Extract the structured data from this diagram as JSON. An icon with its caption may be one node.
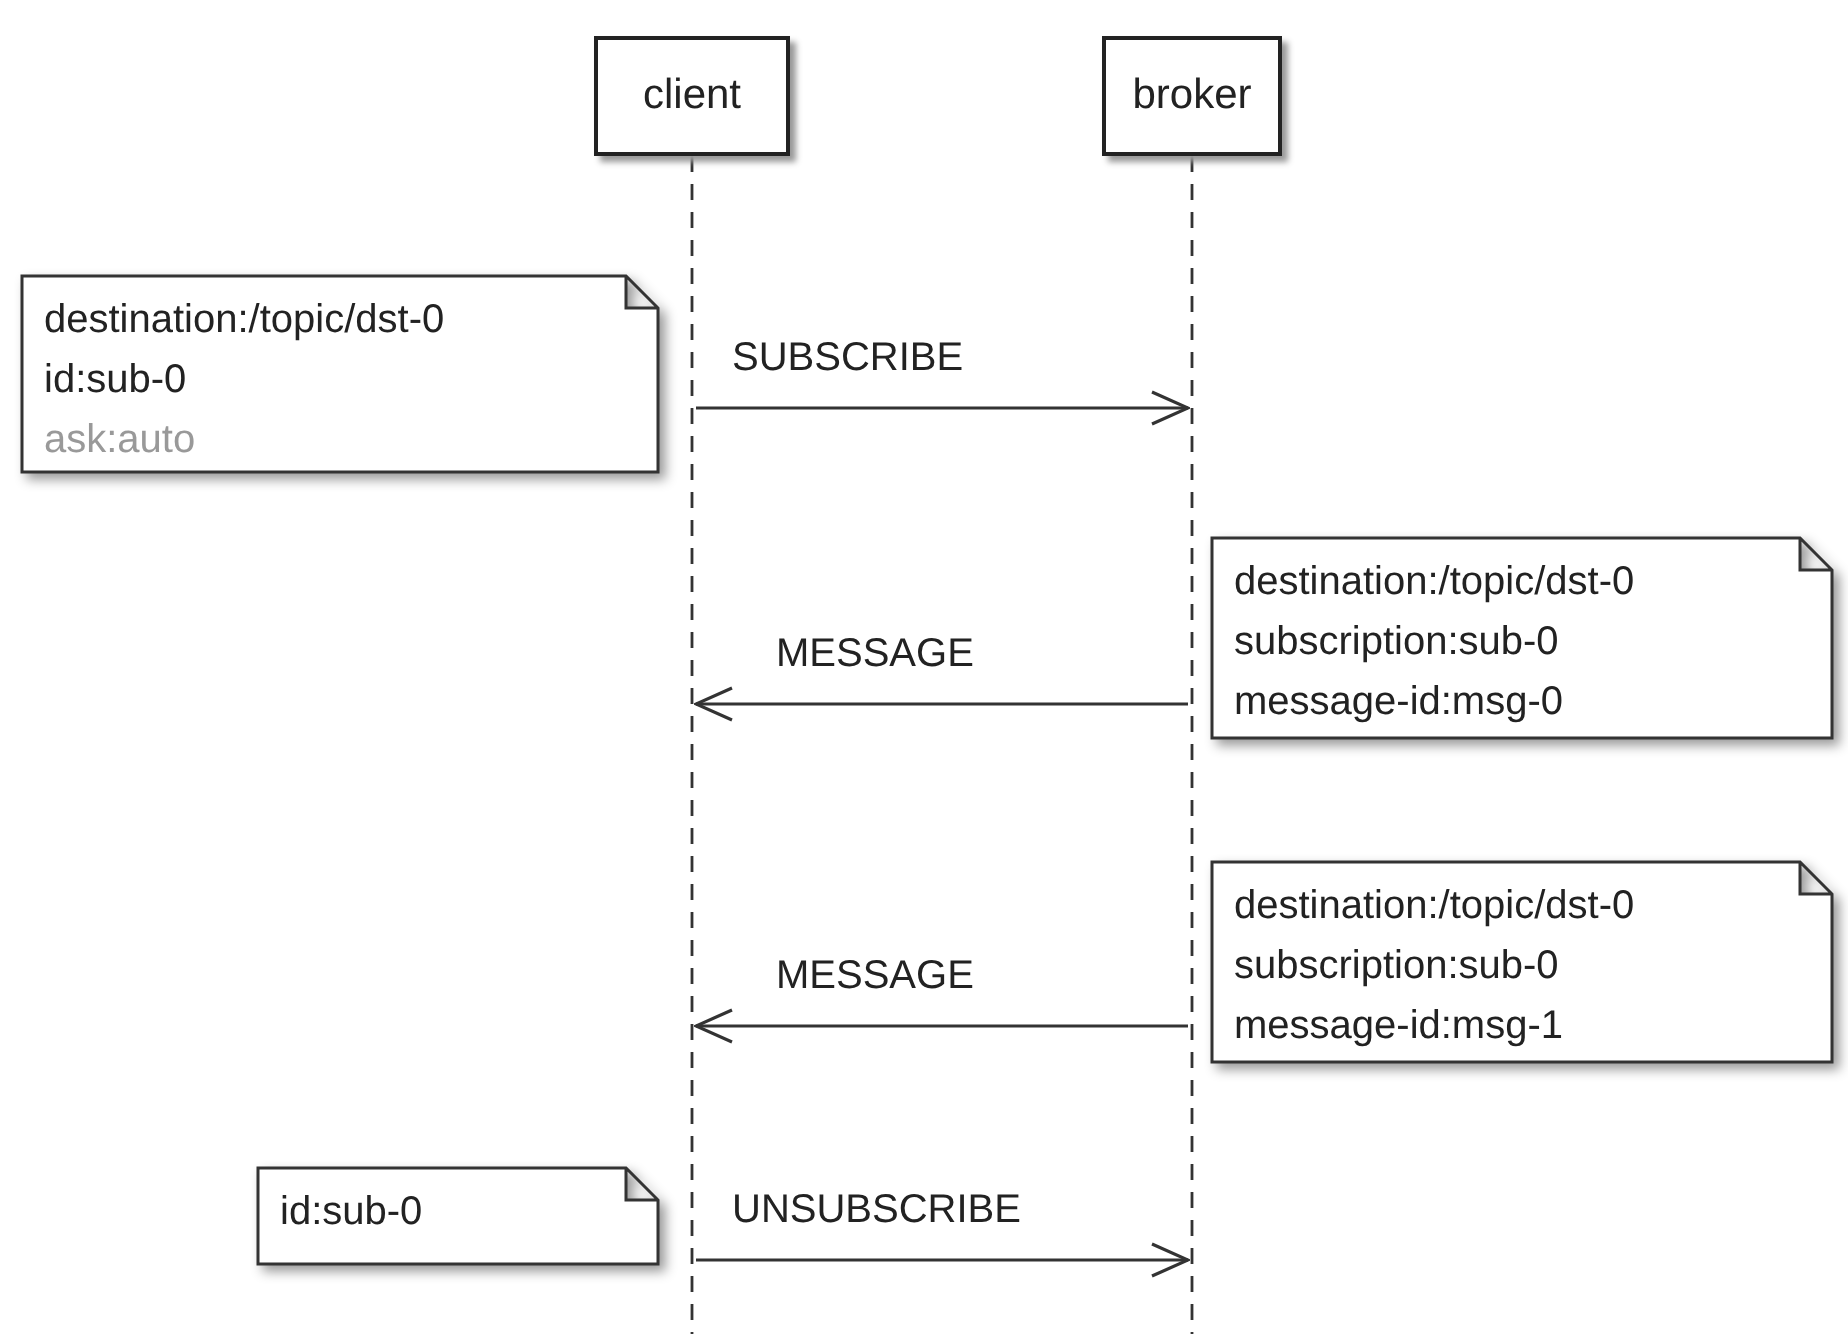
{
  "diagram": {
    "nodes": [
      {
        "text": [
          "client"
        ]
      },
      {
        "text": [
          "broker"
        ]
      },
      {
        "text": [
          "destination:/topic/dst-0",
          "id:sub-0",
          "ask:auto"
        ]
      },
      {
        "text": [
          "destination:/topic/dst-0",
          "subscription:sub-0",
          "message-id:msg-0"
        ]
      },
      {
        "text": [
          "destination:/topic/dst-0",
          "subscription:sub-0",
          "message-id:msg-1"
        ]
      },
      {
        "text": [
          "id:sub-0"
        ]
      }
    ],
    "edges": [
      {
        "from": 0,
        "to": 1,
        "arrow": "to",
        "label": "SUBSCRIBE"
      },
      {
        "from": 1,
        "to": 0,
        "arrow": "to",
        "label": "MESSAGE"
      },
      {
        "from": 1,
        "to": 0,
        "arrow": "to",
        "label": "MESSAGE"
      },
      {
        "from": 0,
        "to": 1,
        "arrow": "to",
        "label": "UNSUBSCRIBE"
      }
    ]
  }
}
